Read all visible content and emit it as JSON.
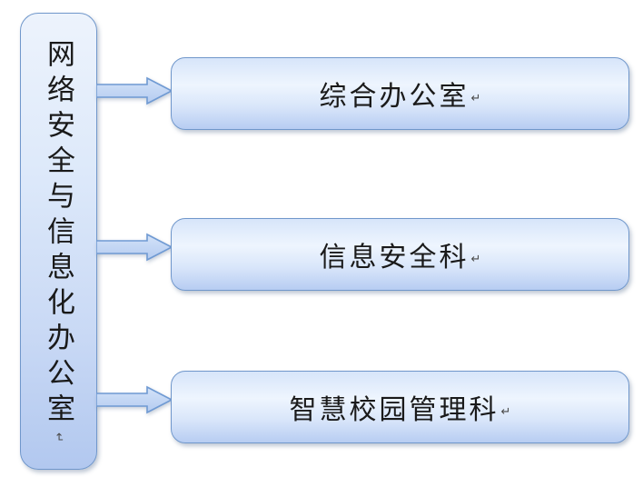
{
  "org_chart": {
    "root": {
      "label": "网络安全与信息化办公室",
      "paragraph_mark": "↵"
    },
    "branches": [
      {
        "label": "综合办公室",
        "paragraph_mark": "↵"
      },
      {
        "label": "信息安全科",
        "paragraph_mark": "↵"
      },
      {
        "label": "智慧校园管理科",
        "paragraph_mark": "↵"
      }
    ],
    "colors": {
      "box_border": "#7097cb",
      "box_fill_top": "#d7e5fa",
      "box_fill_mid": "#eef5fe",
      "box_fill_bottom": "#b7cdf2",
      "root_fill_top": "#edf3fc",
      "root_fill_bottom": "#b2c8ef",
      "arrow_fill_top": "#d3e2f8",
      "arrow_fill_bottom": "#b4cbf0",
      "arrow_border": "#6f9ad3",
      "text": "#1a1a1a",
      "paragraph_mark_color": "#4a4a4a",
      "background": "#ffffff"
    }
  }
}
